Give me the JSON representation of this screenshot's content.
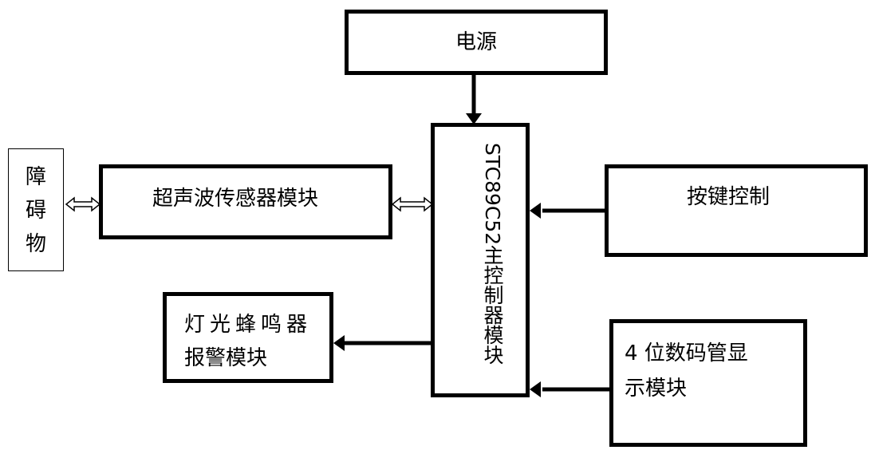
{
  "diagram": {
    "power": "电源",
    "obstacle": "障\n碍\n物",
    "ultrasonic": "超声波传感器模块",
    "mcu_model": "STC89C52",
    "mcu_role": "主控制器模块",
    "keys": "按键控制",
    "alarm_line1": "灯光蜂鸣器",
    "alarm_line2": "报警模块",
    "display_line1": "4 位数码管显",
    "display_line2": "示模块"
  }
}
